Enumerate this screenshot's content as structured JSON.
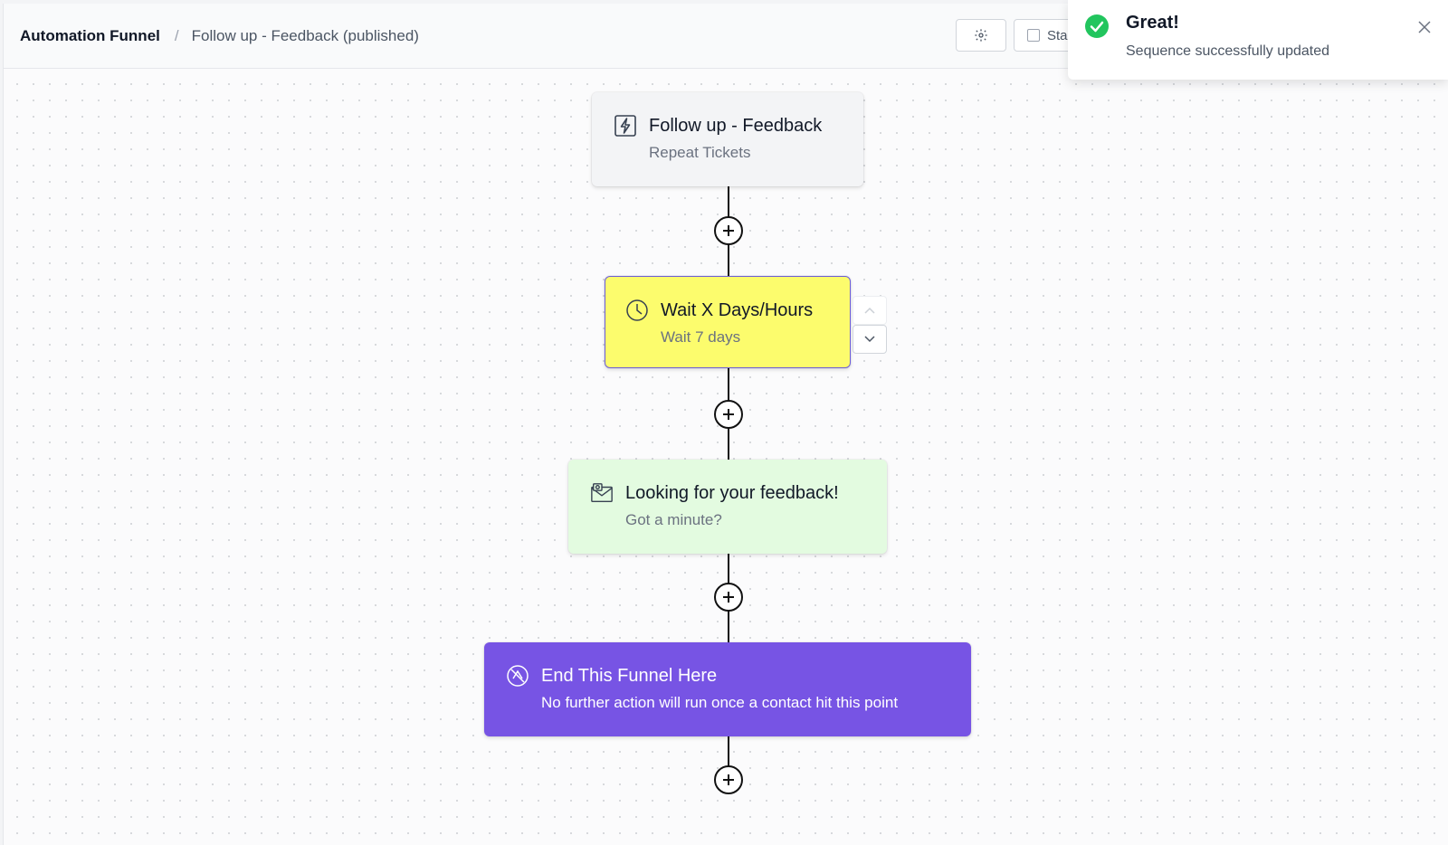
{
  "header": {
    "breadcrumb_root": "Automation Funnel",
    "breadcrumb_separator": "/",
    "breadcrumb_current": "Follow up - Feedback (published)",
    "start_label": "Sta"
  },
  "nodes": [
    {
      "title": "Follow up - Feedback",
      "subtitle": "Repeat Tickets",
      "icon": "lightning-icon"
    },
    {
      "title": "Wait X Days/Hours",
      "subtitle": "Wait 7 days",
      "icon": "clock-icon"
    },
    {
      "title": "Looking for your feedback!",
      "subtitle": "Got a minute?",
      "icon": "email-icon"
    },
    {
      "title": "End This Funnel Here",
      "subtitle": "No further action will run once a contact hit this point",
      "icon": "end-icon"
    }
  ],
  "toast": {
    "title": "Great!",
    "message": "Sequence successfully updated",
    "icon": "check-circle-icon"
  },
  "colors": {
    "wait_node_bg": "#fcfc6d",
    "email_node_bg": "#e3fbe0",
    "end_node_bg": "#7754e4",
    "trigger_node_bg": "#f3f4f6",
    "success": "#22c55e"
  }
}
